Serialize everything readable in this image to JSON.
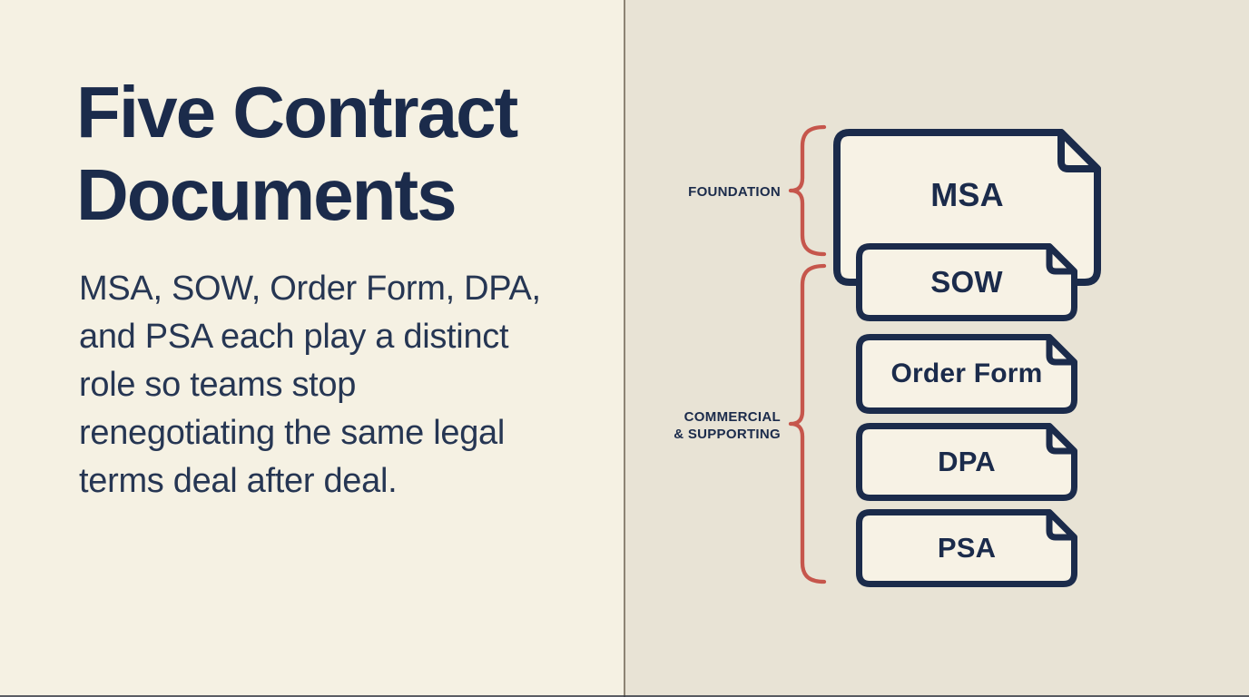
{
  "left": {
    "title_lines": [
      "Five Contract",
      "Documents"
    ],
    "body_lines": [
      "MSA, SOW, Order Form, DPA,",
      "and PSA each play a distinct",
      "role so teams stop",
      "renegotiating the same legal",
      "terms deal after deal."
    ]
  },
  "diagram": {
    "group_labels": {
      "foundation": "FOUNDATION",
      "commercial_line1": "COMMERCIAL",
      "commercial_line2": "& SUPPORTING"
    },
    "documents": [
      {
        "label": "MSA"
      },
      {
        "label": "SOW"
      },
      {
        "label": "Order Form"
      },
      {
        "label": "DPA"
      },
      {
        "label": "PSA"
      }
    ]
  },
  "colors": {
    "navy": "#1b2b4b",
    "body_text": "#263653",
    "accent_red": "#c6564c",
    "left_bg": "#f5f1e3",
    "right_bg": "#e8e3d5",
    "panel_bg": "#f7f2e5"
  }
}
